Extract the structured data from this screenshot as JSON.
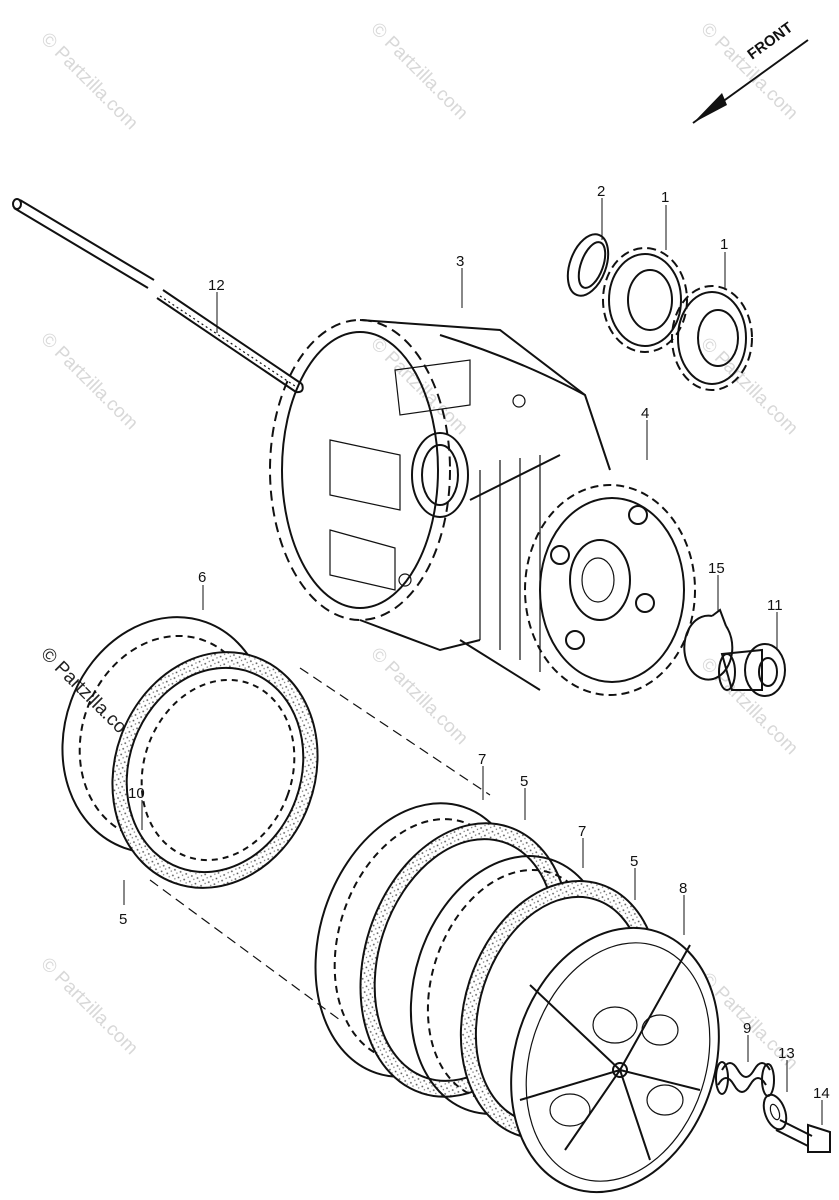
{
  "watermark": "© Partzilla.com",
  "direction_label": "FRONT",
  "callouts": [
    "1",
    "1",
    "2",
    "3",
    "4",
    "5",
    "5",
    "5",
    "6",
    "7",
    "7",
    "8",
    "9",
    "10",
    "11",
    "12",
    "13",
    "14",
    "15"
  ],
  "parts": [
    {
      "key": "gear_a",
      "label": "1",
      "icon": "gear-icon"
    },
    {
      "key": "gear_b",
      "label": "1",
      "icon": "gear-icon"
    },
    {
      "key": "thrust_washer",
      "label": "2",
      "icon": "washer-icon"
    },
    {
      "key": "clutch_outer",
      "label": "3",
      "icon": "clutch-outer-icon"
    },
    {
      "key": "clutch_center",
      "label": "4",
      "icon": "clutch-center-icon"
    },
    {
      "key": "friction_disk",
      "label": "5",
      "icon": "friction-disk-icon"
    },
    {
      "key": "clutch_plate_set",
      "label": "6",
      "icon": "plate-set-icon"
    },
    {
      "key": "clutch_plate",
      "label": "7",
      "icon": "clutch-plate-icon"
    },
    {
      "key": "pressure_plate",
      "label": "8",
      "icon": "pressure-plate-icon"
    },
    {
      "key": "spring",
      "label": "9",
      "icon": "spring-icon"
    },
    {
      "key": "inner_disk",
      "label": "10",
      "icon": "disk-icon"
    },
    {
      "key": "collar",
      "label": "11",
      "icon": "collar-icon"
    },
    {
      "key": "rod",
      "label": "12",
      "icon": "rod-icon"
    },
    {
      "key": "washer",
      "label": "13",
      "icon": "washer-icon"
    },
    {
      "key": "bolt",
      "label": "14",
      "icon": "bolt-icon"
    },
    {
      "key": "circlip",
      "label": "15",
      "icon": "circlip-icon"
    }
  ]
}
